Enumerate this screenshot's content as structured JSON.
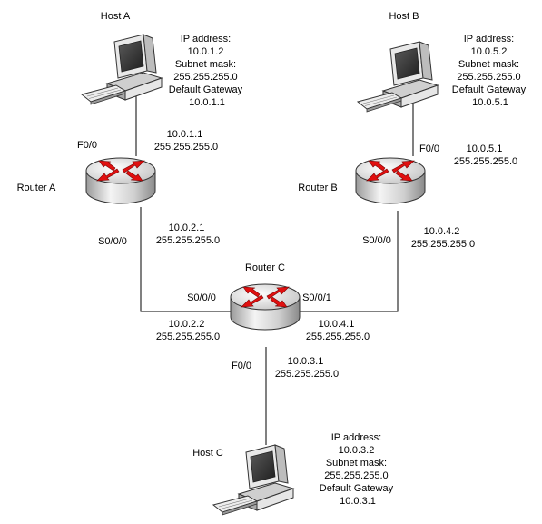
{
  "hosts": {
    "a": {
      "name": "Host A",
      "info": [
        "IP address:",
        "10.0.1.2",
        "Subnet mask:",
        "255.255.255.0",
        "Default Gateway",
        "10.0.1.1"
      ]
    },
    "b": {
      "name": "Host B",
      "info": [
        "IP address:",
        "10.0.5.2",
        "Subnet mask:",
        "255.255.255.0",
        "Default Gateway",
        "10.0.5.1"
      ]
    },
    "c": {
      "name": "Host C",
      "info": [
        "IP address:",
        "10.0.3.2",
        "Subnet mask:",
        "255.255.255.0",
        "Default Gateway",
        "10.0.3.1"
      ]
    }
  },
  "routers": {
    "a": {
      "name": "Router A",
      "f00": {
        "port": "F0/0",
        "ip": "10.0.1.1",
        "mask": "255.255.255.0"
      },
      "s000": {
        "port": "S0/0/0",
        "ip": "10.0.2.1",
        "mask": "255.255.255.0"
      }
    },
    "b": {
      "name": "Router B",
      "f00": {
        "port": "F0/0",
        "ip": "10.0.5.1",
        "mask": "255.255.255.0"
      },
      "s000": {
        "port": "S0/0/0",
        "ip": "10.0.4.2",
        "mask": "255.255.255.0"
      }
    },
    "c": {
      "name": "Router C",
      "s000": {
        "port": "S0/0/0",
        "ip": "10.0.2.2",
        "mask": "255.255.255.0"
      },
      "s001": {
        "port": "S0/0/1",
        "ip": "10.0.4.1",
        "mask": "255.255.255.0"
      },
      "f00": {
        "port": "F0/0",
        "ip": "10.0.3.1",
        "mask": "255.255.255.0"
      }
    }
  },
  "colors": {
    "router_arrow": "#e01010",
    "router_body": "#d8d8d8",
    "line": "#000000"
  }
}
